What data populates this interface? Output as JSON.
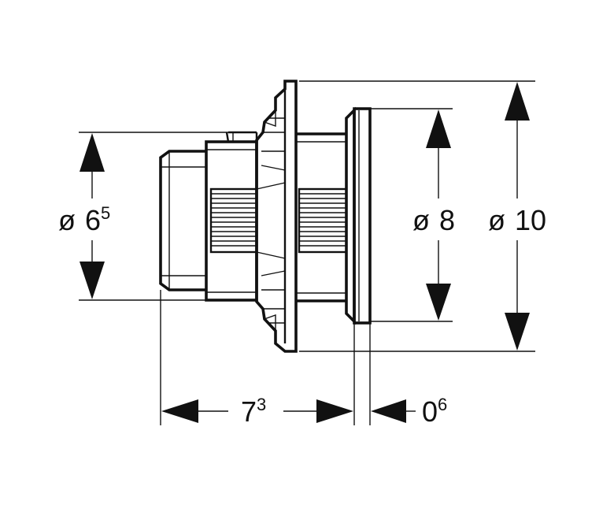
{
  "dimensions": {
    "d_left": {
      "symbol": "ø",
      "main": "6",
      "sup": "5"
    },
    "d_flange": {
      "symbol": "ø",
      "main": "8",
      "sup": ""
    },
    "d_outer": {
      "symbol": "ø",
      "main": "10",
      "sup": ""
    },
    "length": {
      "main": "7",
      "sup": "3"
    },
    "thickness": {
      "main": "0",
      "sup": "6"
    }
  },
  "colors": {
    "ink": "#111111",
    "background": "#ffffff"
  }
}
